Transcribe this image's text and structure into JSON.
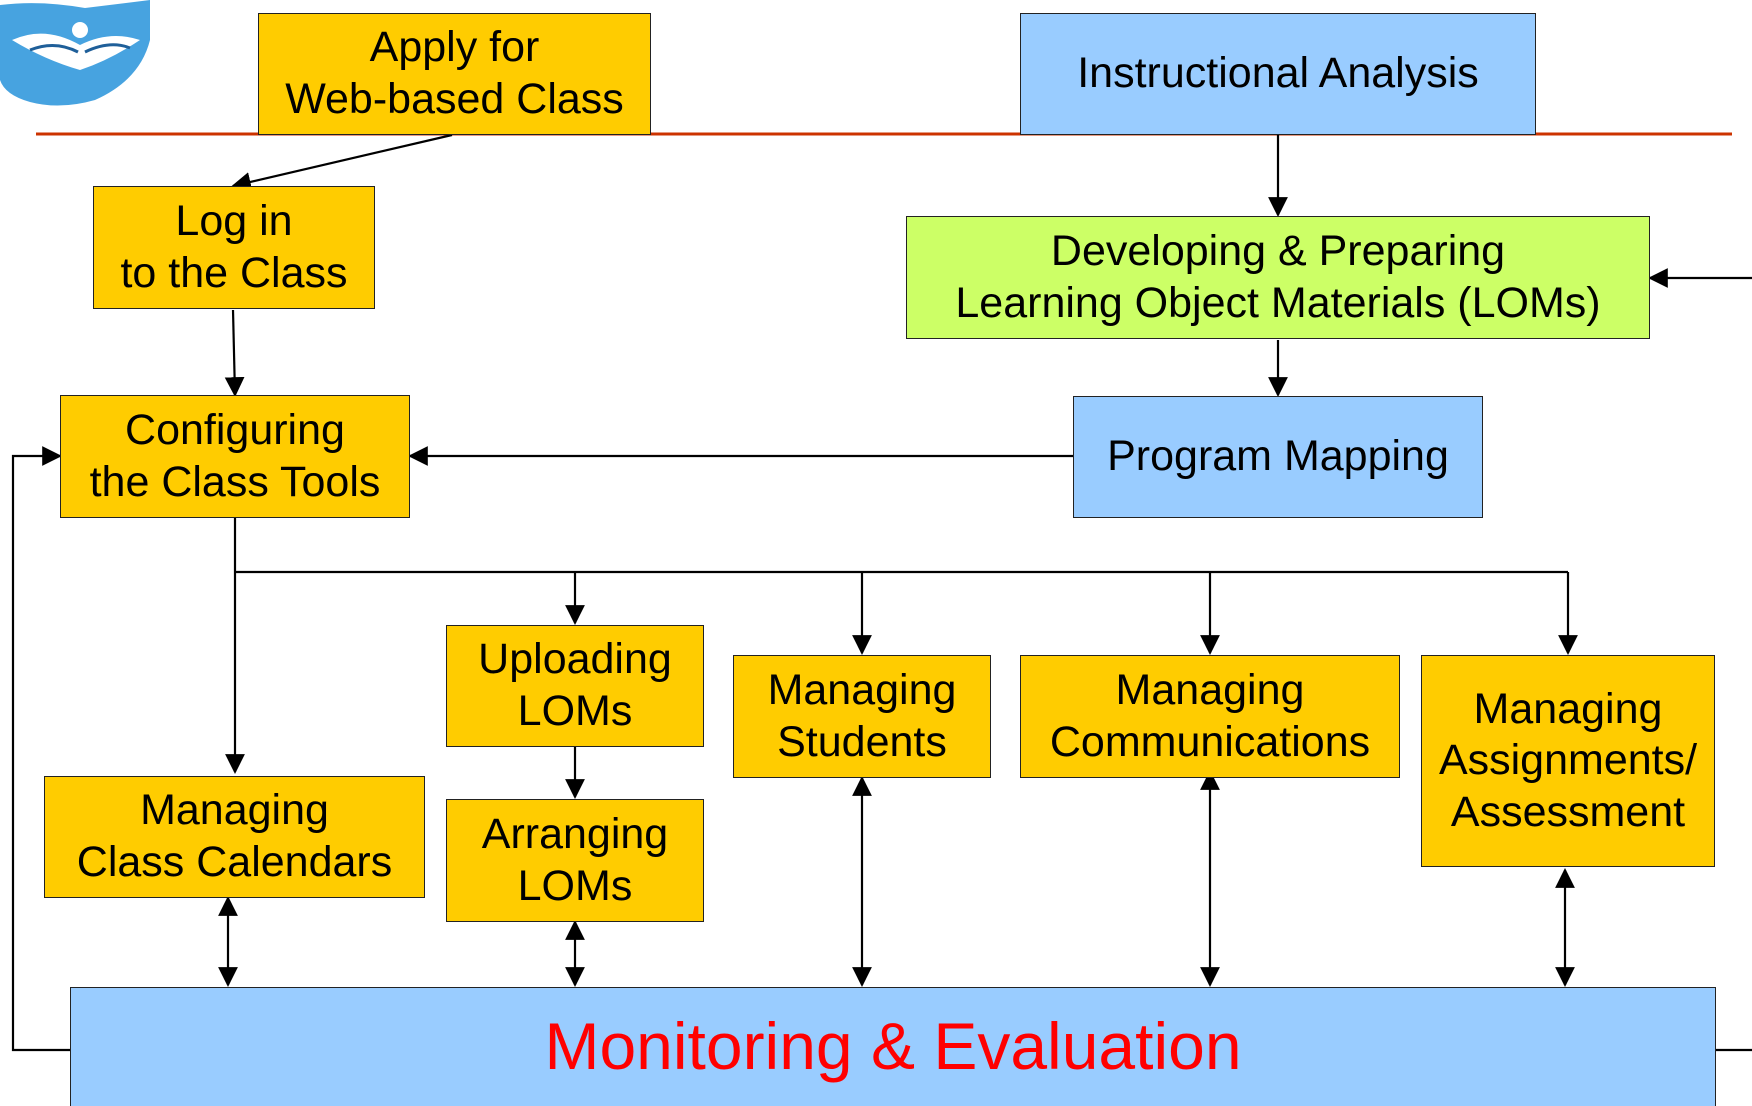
{
  "colors": {
    "orange": "#ffcc00",
    "blue": "#99ccff",
    "green": "#ccff66",
    "red_text": "#ff0000",
    "divider": "#cc3300"
  },
  "boxes": {
    "apply": "Apply for\nWeb-based Class",
    "instructional": "Instructional Analysis",
    "login": "Log in\nto the Class",
    "developing": "Developing & Preparing\nLearning Object Materials (LOMs)",
    "configuring": "Configuring\nthe Class Tools",
    "mapping": "Program Mapping",
    "uploading": "Uploading\nLOMs",
    "students": "Managing\nStudents",
    "communications": "Managing\nCommunications",
    "assignments": "Managing\nAssignments/\nAssessment",
    "calendars": "Managing\nClass Calendars",
    "arranging": "Arranging\nLOMs",
    "monitoring": "Monitoring & Evaluation"
  }
}
